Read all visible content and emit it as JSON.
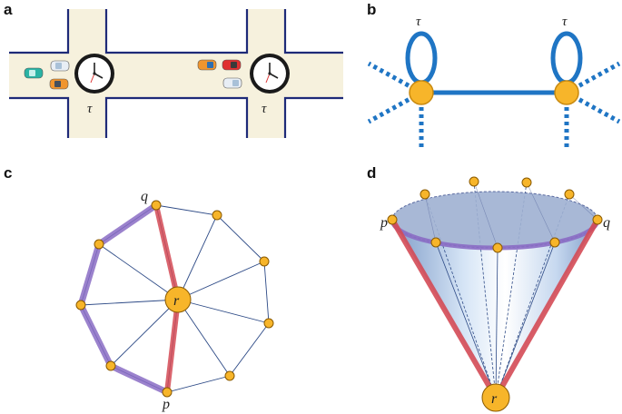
{
  "panels": {
    "a": {
      "label": "a",
      "tau_left": "τ",
      "tau_right": "τ"
    },
    "b": {
      "label": "b",
      "tau_left": "τ",
      "tau_right": "τ"
    },
    "c": {
      "label": "c",
      "vertex_q": "q",
      "vertex_p": "p",
      "center": "r"
    },
    "d": {
      "label": "d",
      "vertex_p": "p",
      "vertex_q": "q",
      "apex": "r"
    }
  },
  "colors": {
    "road": "#f6f1dd",
    "road_edge": "#1e2a78",
    "graph_blue": "#1f75c4",
    "node_yellow": "#f7b52a",
    "node_stroke": "#c98a10",
    "path_red": "#d44a55",
    "path_purple": "#8a6cc4",
    "spoke": "#2d4a86",
    "cone_top": "#9fb0d2",
    "cone_body": "#cfe0f4"
  },
  "icons": [
    "clock-icon",
    "car-icon",
    "self-loop-icon"
  ]
}
